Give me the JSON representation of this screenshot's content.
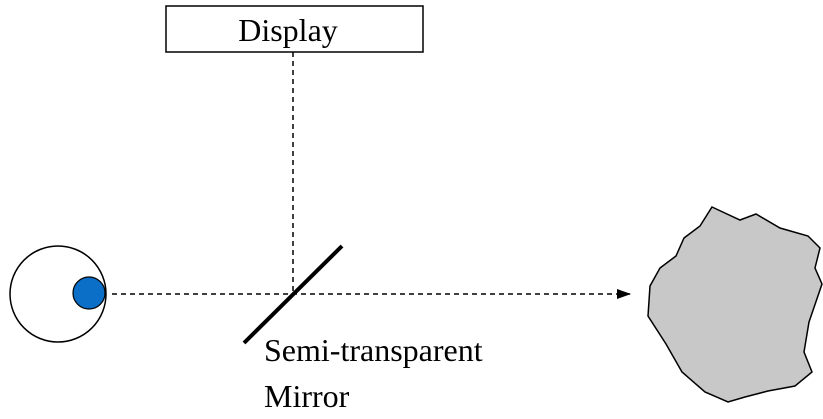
{
  "diagram": {
    "display_label": "Display",
    "mirror_label_line1": "Semi-transparent",
    "mirror_label_line2": "Mirror"
  },
  "colors": {
    "stroke": "#000000",
    "pupil": "#0b6fc8",
    "object_fill": "#c8c8c8",
    "background": "#ffffff"
  }
}
